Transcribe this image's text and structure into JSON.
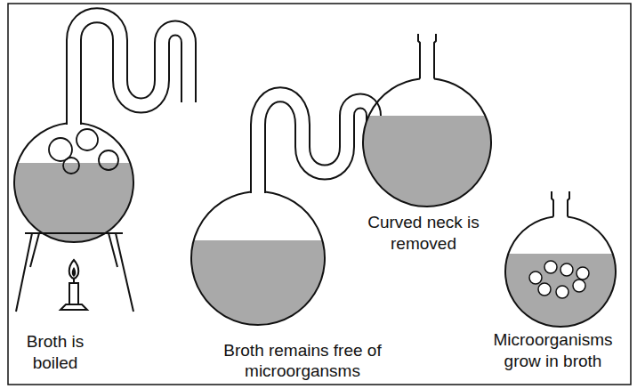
{
  "diagram": {
    "labels": [
      "Broth is boiled",
      "Broth remains free of microorgansms",
      "Curved neck is removed",
      "Microorganisms grow in broth"
    ]
  }
}
